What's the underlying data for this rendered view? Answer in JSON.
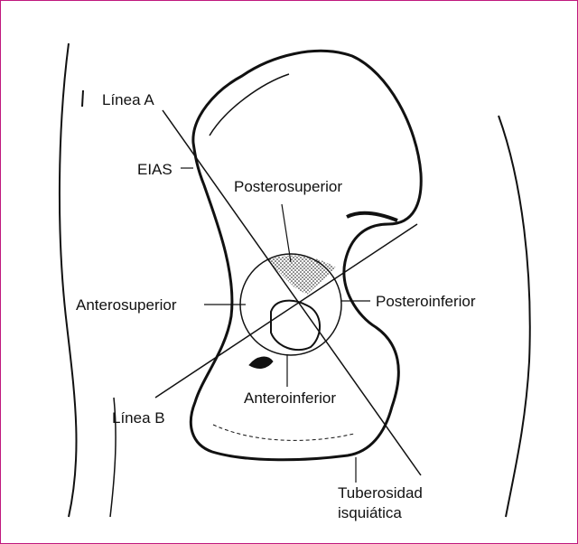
{
  "figure": {
    "labels": {
      "line_a": "Línea A",
      "eias": "EIAS",
      "posterosuperior": "Posterosuperior",
      "anterosuperior": "Anterosuperior",
      "posteroinferior": "Posteroinferior",
      "anteroinferior": "Anteroinferior",
      "line_b": "Línea B",
      "tuberosity_line1": "Tuberosidad",
      "tuberosity_line2": "isquiática"
    },
    "colors": {
      "border": "#c0187e",
      "ink": "#111111",
      "background": "#ffffff"
    }
  }
}
